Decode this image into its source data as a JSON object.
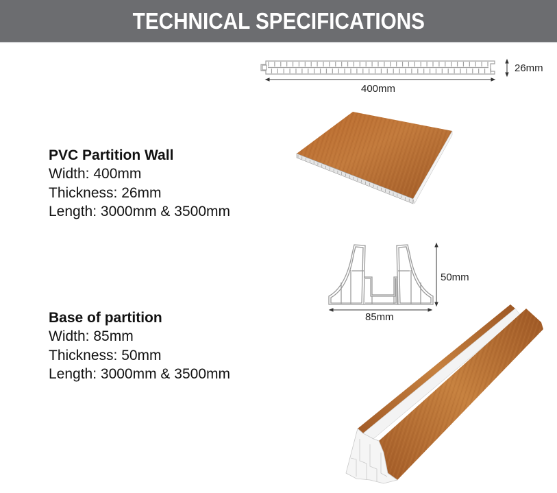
{
  "header": {
    "title": "TECHNICAL SPECIFICATIONS",
    "background": "#6c6d70"
  },
  "products": [
    {
      "name": "PVC Partition Wall",
      "specs": [
        "Width: 400mm",
        "Thickness: 26mm",
        "Length: 3000mm & 3500mm"
      ],
      "diagram": {
        "width_label": "400mm",
        "thickness_label": "26mm"
      }
    },
    {
      "name": "Base of partition",
      "specs": [
        "Width: 85mm",
        "Thickness: 50mm",
        "Length: 3000mm & 3500mm"
      ],
      "diagram": {
        "width_label": "85mm",
        "height_label": "50mm"
      }
    }
  ],
  "colors": {
    "wood": "#a8612a",
    "wood_light": "#c7843f",
    "pvc_white": "#f2f2f2",
    "line": "#9a9a9a"
  }
}
